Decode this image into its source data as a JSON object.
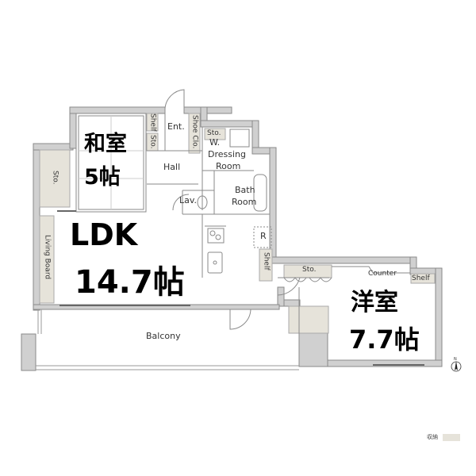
{
  "rooms": {
    "washitsu": {
      "name": "和室",
      "size": "5帖"
    },
    "ldk": {
      "name": "LDK",
      "size": "14.7帖"
    },
    "youshitsu": {
      "name": "洋室",
      "size": "7.7帖"
    }
  },
  "labels": {
    "entrance": "Ent.",
    "hall": "Hall",
    "shelf_entrance": "Shelf",
    "sto_entrance": "Sto.",
    "shoe_closet": "Shoe Clo.",
    "sto_w": "Sto.",
    "w": "W.",
    "dressing_room_1": "Dressing",
    "dressing_room_2": "Room",
    "bath_room_1": "Bath",
    "bath_room_2": "Room",
    "lavatory": "Lav.",
    "refrigerator": "R",
    "shelf_kitchen": "Shelf",
    "sto_left": "Sto.",
    "living_board": "Living Board",
    "sto_bedroom": "Sto.",
    "counter": "Counter",
    "shelf_bedroom": "Shelf",
    "balcony": "Balcony"
  },
  "legend": {
    "label": "収納"
  },
  "compass": {
    "direction": "N"
  },
  "colors": {
    "wall": "#c9c9c9",
    "wall_edge": "#8a8a8a",
    "storage": "#e6e3da",
    "text": "#333333"
  }
}
